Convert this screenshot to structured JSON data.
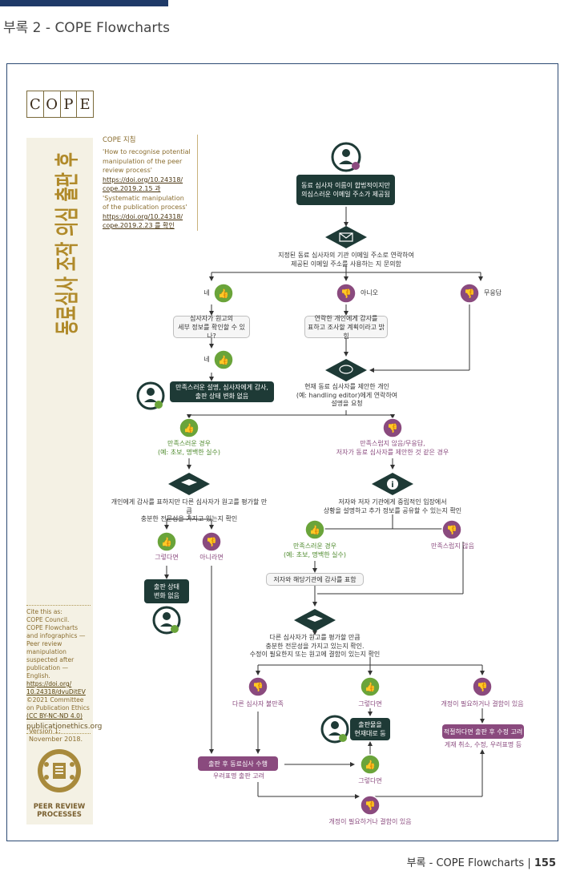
{
  "header": {
    "title": "부록 2 - COPE Flowcharts"
  },
  "logo": {
    "letters": [
      "C",
      "O",
      "P",
      "E"
    ]
  },
  "sidebar": {
    "vertical_title": "동료심사 조작 의심 출판 후",
    "guidance": {
      "head": "COPE 지침",
      "lines": [
        "'How to recognise potential",
        "manipulation of the peer",
        "review process'",
        "https://doi.org/10.24318/",
        "cope.2019.2.15 과",
        "'Systematic manipulation",
        "of the publication process'",
        "https://doi.org/10.24318/",
        "cope.2019.2.23 를 확인"
      ]
    },
    "cite": [
      "Cite this as:",
      "COPE Council.",
      "COPE Flowcharts",
      "and infographics —",
      "Peer review",
      "manipulation",
      "suspected after",
      "publication — English.",
      "https://doi.org/",
      "10.24318/dvuDitEV",
      "©2021 Committee",
      "on Publication Ethics",
      "(CC BY-NC-ND 4.0)"
    ],
    "site": "publicationethics.org",
    "version": [
      "Version 1:",
      "November 2018."
    ],
    "badge": [
      "PEER REVIEW",
      "PROCESSES"
    ]
  },
  "flow": {
    "start": [
      "동료 심사자 이름이 합법적이지만",
      "의심스러운 이메일 주소가 제공됨"
    ],
    "q_email": [
      "지정된 동료 심사자의 기관 이메일 주소로 연락하여",
      "제공된 이메일 주소를 사용하는 지 문의함"
    ],
    "yes": "네",
    "no": "아니오",
    "no_reply": "무응답",
    "q_detail": [
      "심사자가 원고의",
      "세부 정보를 확인할 수 있나?"
    ],
    "yes2": "네",
    "thank": [
      "만족스러운 설명, 심사자에게 감사,",
      "출판 상태 변화 없음"
    ],
    "contact_person": [
      "연락한 개인에게 감사를",
      "표하고 조사할 계획이라고 밝힘"
    ],
    "q_handling": [
      "현재 동료 심사자를 제안한 개인",
      "(예: handling editor)에게 연락하여",
      "설명을 요청"
    ],
    "sat_case": [
      "만족스러운 경우",
      "(예: 초보, 명백한 실수)"
    ],
    "unsat_case": [
      "만족스럽지 않음/무응답,",
      "저자가 동료 심사자를 제안한 것 같은 경우"
    ],
    "q_other_reviewers": [
      "개인에게 감사를 표하지만 다른 심사자가 원고를 평가할 만큼",
      "충분한 전문성을 가지고 있는지 확인"
    ],
    "q_authors": [
      "저자와 저자 기관에게 중립적인 입장에서",
      "상황을 설명하고 추가 정보를 공유할 수 있는지 확인"
    ],
    "if_yes": "그렇다면",
    "if_no": "아니라면",
    "no_change": [
      "출판 상태",
      "변화 없음"
    ],
    "sat_case2": [
      "만족스러운 경우",
      "(예: 초보, 명백한 실수)"
    ],
    "unsat2": "만족스럽지 않음",
    "thank_authors": "저자와 해당기관에 감사를 표함",
    "q_expertise": [
      "다른 심사자가 원고를 평가할 만큼",
      "충분한 전문성을 가지고 있는지 확인.",
      "수정이 필요한지 또는 원고에 결함이 있는지 확인"
    ],
    "other_unsat": "다른 심사자 불만족",
    "if_yes2": "그렇다면",
    "needs_fix": "개정이 필요하거나 결함이 있음",
    "keep": [
      "출판물을",
      "현재대로 둠"
    ],
    "post_review": "출판 후 동료심사 수행",
    "concern": "우려표명 출판 고려",
    "correct": "적절하다면 출판 후 수정 고려",
    "correct_sub": "게재 취소, 수정, 우려표명 등",
    "if_yes3": "그렇다면",
    "needs_fix2": "개정이 필요하거나 결함이 있음"
  },
  "footer": {
    "text": "부록 - COPE Flowcharts |",
    "page": "155"
  },
  "colors": {
    "navy": "#1f3a68",
    "dark_green": "#1e3a36",
    "green": "#6aa43a",
    "purple": "#8a4a7e",
    "gold": "#8a6d2f"
  }
}
